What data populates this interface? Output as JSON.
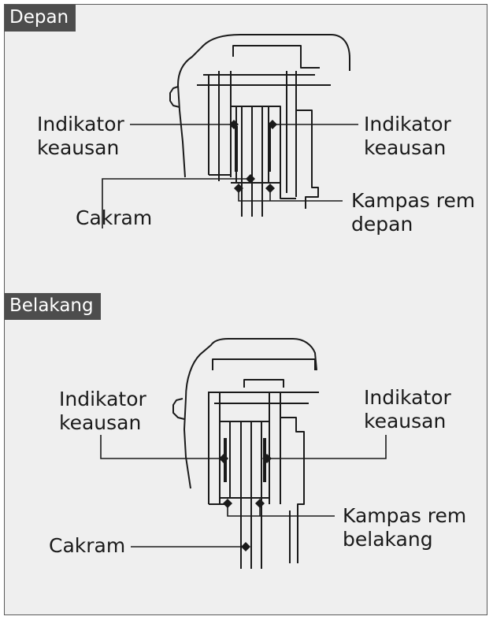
{
  "front": {
    "tab_label": "Depan",
    "wear_indicator_left": [
      "Indikator",
      "keausan"
    ],
    "wear_indicator_right": [
      "Indikator",
      "keausan"
    ],
    "disc": "Cakram",
    "brake_pad": [
      "Kampas rem",
      "depan"
    ]
  },
  "rear": {
    "tab_label": "Belakang",
    "wear_indicator_left": [
      "Indikator",
      "keausan"
    ],
    "wear_indicator_right": [
      "Indikator",
      "keausan"
    ],
    "disc": "Cakram",
    "brake_pad": [
      "Kampas rem",
      "belakang"
    ]
  }
}
